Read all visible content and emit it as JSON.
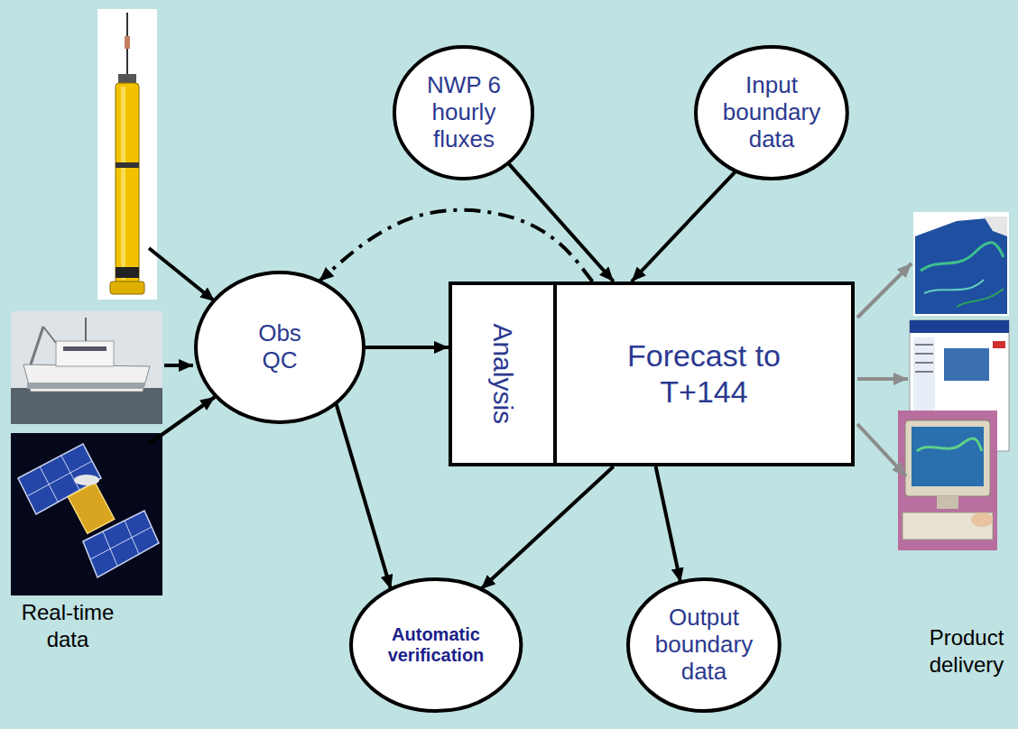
{
  "diagram": {
    "nodes": [
      {
        "text": [
          "NWP 6 hourly fluxes"
        ]
      },
      {
        "text": [
          "Input boundary data"
        ]
      },
      {
        "text": [
          "Obs QC"
        ]
      },
      {
        "text": [
          "Analysis"
        ]
      },
      {
        "text": [
          "Forecast to T+144"
        ]
      },
      {
        "text": [
          "Automatic verification"
        ]
      },
      {
        "text": [
          "Output boundary data"
        ]
      }
    ],
    "edges": [
      {
        "from": 0,
        "to": 4,
        "arrow": "to"
      },
      {
        "from": 1,
        "to": 4,
        "arrow": "to"
      },
      {
        "from": 4,
        "to": 2,
        "arrow": "to"
      },
      {
        "from": 2,
        "to": 3,
        "arrow": "to"
      },
      {
        "from": 2,
        "to": 5,
        "arrow": "to"
      },
      {
        "from": 4,
        "to": 5,
        "arrow": "to"
      },
      {
        "from": 4,
        "to": 6,
        "arrow": "to"
      }
    ],
    "labels": [
      "Real-time data",
      "Product delivery"
    ]
  }
}
